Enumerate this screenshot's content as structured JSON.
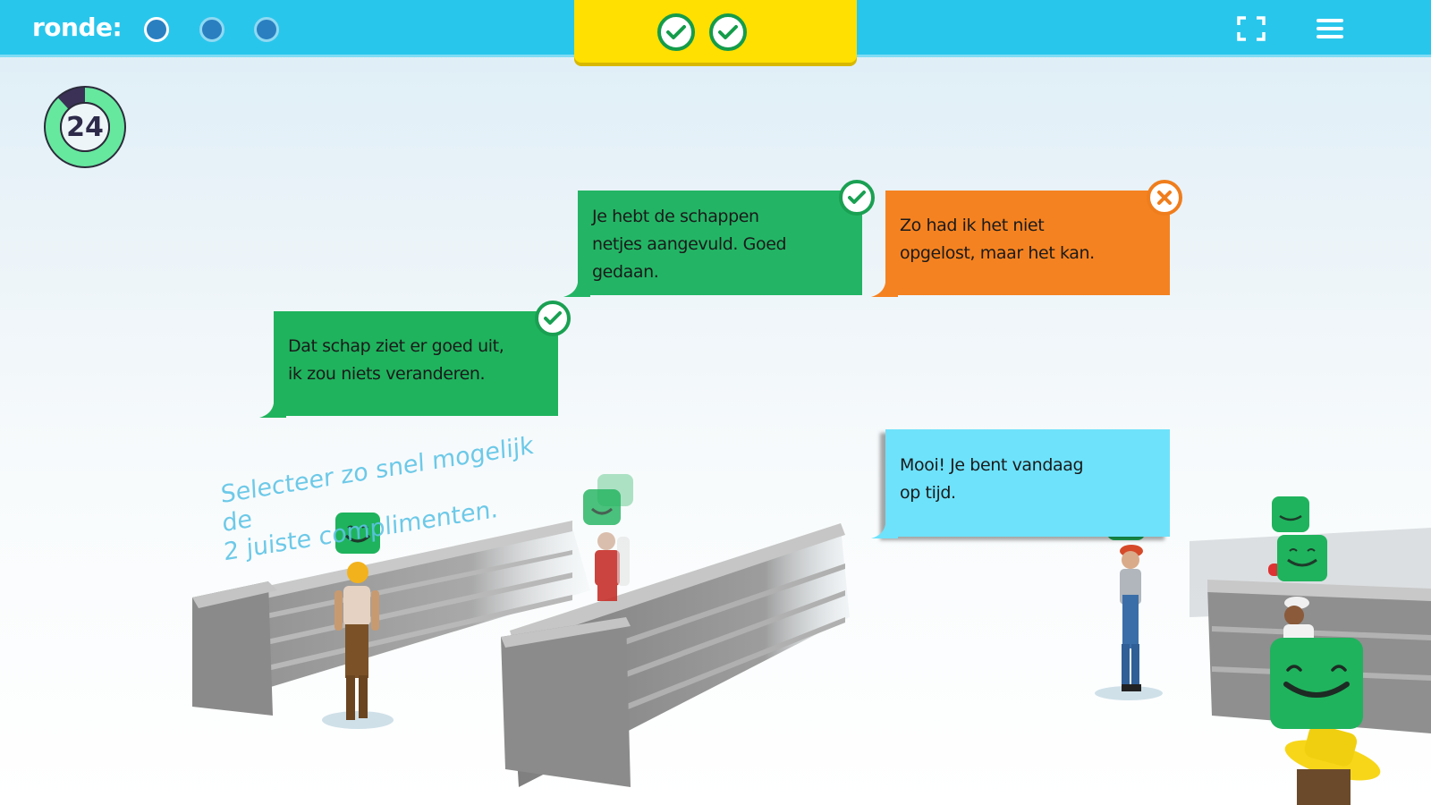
{
  "header": {
    "round_label": "ronde:",
    "rounds": [
      {
        "state": "current"
      },
      {
        "state": "upcoming"
      },
      {
        "state": "upcoming"
      }
    ],
    "score": {
      "checks": [
        "check-icon",
        "check-icon"
      ]
    },
    "fullscreen_icon": "fullscreen-icon",
    "menu_icon": "hamburger-menu-icon"
  },
  "timer": {
    "seconds_left": "24",
    "remaining_fraction": 0.88
  },
  "bubbles": [
    {
      "text": "Je hebt de schappen netjes aangevuld. Goed gedaan.",
      "lines": [
        "Je hebt de schappen",
        "netjes aangevuld. Goed",
        "gedaan."
      ],
      "status": "correct",
      "color": "green"
    },
    {
      "text": "Zo had ik het niet opgelost, maar het kan.",
      "lines": [
        "Zo had ik het niet",
        "opgelost, maar het kan."
      ],
      "status": "incorrect",
      "color": "orange"
    },
    {
      "text": "Dat schap ziet er goed uit, ik zou niets veranderen.",
      "lines": [
        "Dat schap ziet er goed uit,",
        "ik zou niets veranderen."
      ],
      "status": "correct",
      "color": "green"
    },
    {
      "text": "Mooi! Je bent vandaag op tijd.",
      "lines": [
        "Mooi! Je bent vandaag",
        "op tijd."
      ],
      "status": "unselected",
      "color": "blue"
    }
  ],
  "instruction": {
    "line1": "Selecteer zo snel mogelijk de",
    "line2": "2 juiste complimenten."
  },
  "colors": {
    "topbar": "#29c6ec",
    "score_panel": "#ffe000",
    "correct_green": "#1fb35d",
    "incorrect_orange": "#f58220",
    "option_blue": "#6ee2fb",
    "timer_green": "#66e89e",
    "timer_dark": "#3b3157"
  }
}
